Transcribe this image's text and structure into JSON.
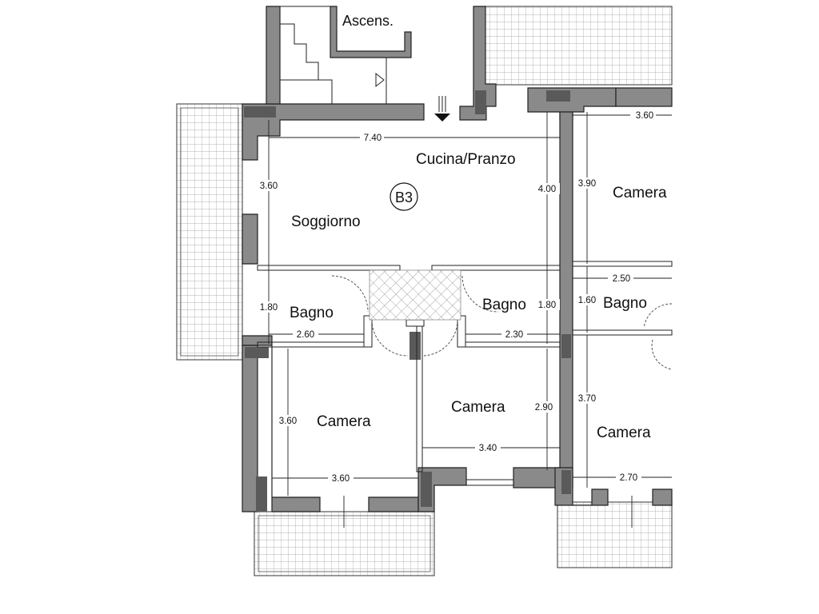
{
  "unit_label": "B3",
  "labels": {
    "elevator": "Ascens."
  },
  "rooms": {
    "kitchen_dining": "Cucina/Pranzo",
    "living": "Soggiorno",
    "bath_left": "Bagno",
    "bath_mid": "Bagno",
    "bath_right": "Bagno",
    "bedroom_left": "Camera",
    "bedroom_mid": "Camera",
    "bedroom_right": "Camera",
    "bedroom_top_right": "Camera"
  },
  "dimensions": {
    "living_width": "7.40",
    "living_depth": "3.60",
    "kitchen_depth": "4.00",
    "top_right_bed_width": "3.60",
    "top_right_bed_depth": "3.90",
    "bath_left_depth": "1.80",
    "bath_left_width": "2.60",
    "bath_mid_depth": "1.80",
    "bath_mid_width": "2.30",
    "bath_right_width": "2.50",
    "bath_right_depth": "1.60",
    "bed_left_depth": "3.60",
    "bed_left_width": "3.60",
    "bed_mid_depth": "2.90",
    "bed_mid_width": "3.40",
    "bed_right_depth": "3.70",
    "bed_right_width": "2.70"
  }
}
